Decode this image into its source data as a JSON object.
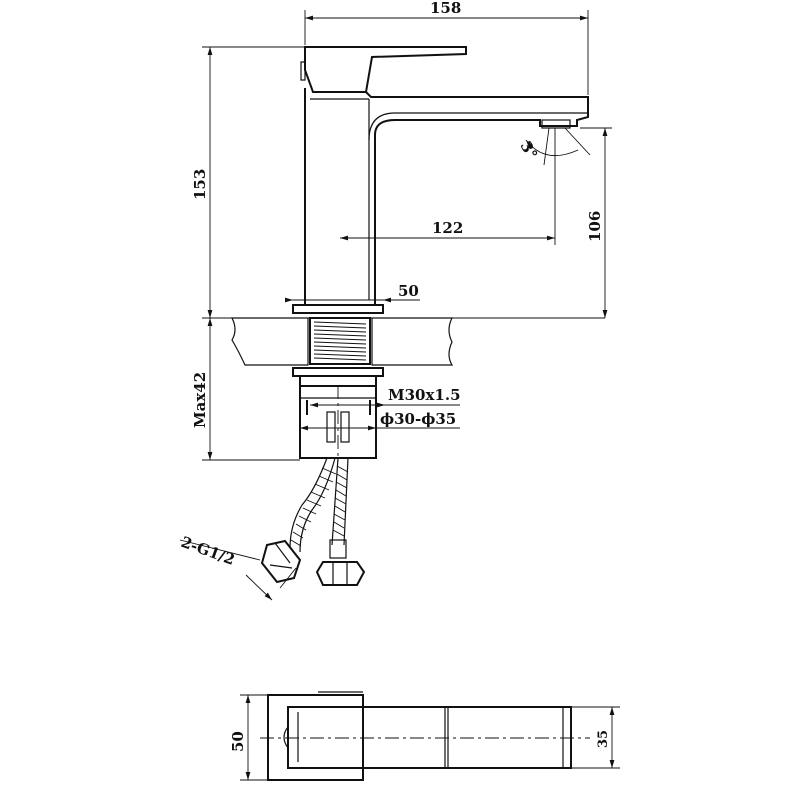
{
  "drawing": {
    "colors": {
      "ink": "#111111",
      "paper": "#ffffff"
    },
    "dimensions": {
      "overall_width": "158",
      "overall_height": "153",
      "spout_reach": "122",
      "spout_height": "106",
      "base_diameter": "50",
      "max_deck_thickness": "Max42",
      "thread": "M30x1.5",
      "hole_diameter": "ϕ30-ϕ35",
      "hose_connection": "2-G1/2",
      "spout_angle": "3°",
      "plan_depth": "50",
      "plan_handle_width": "35"
    }
  }
}
